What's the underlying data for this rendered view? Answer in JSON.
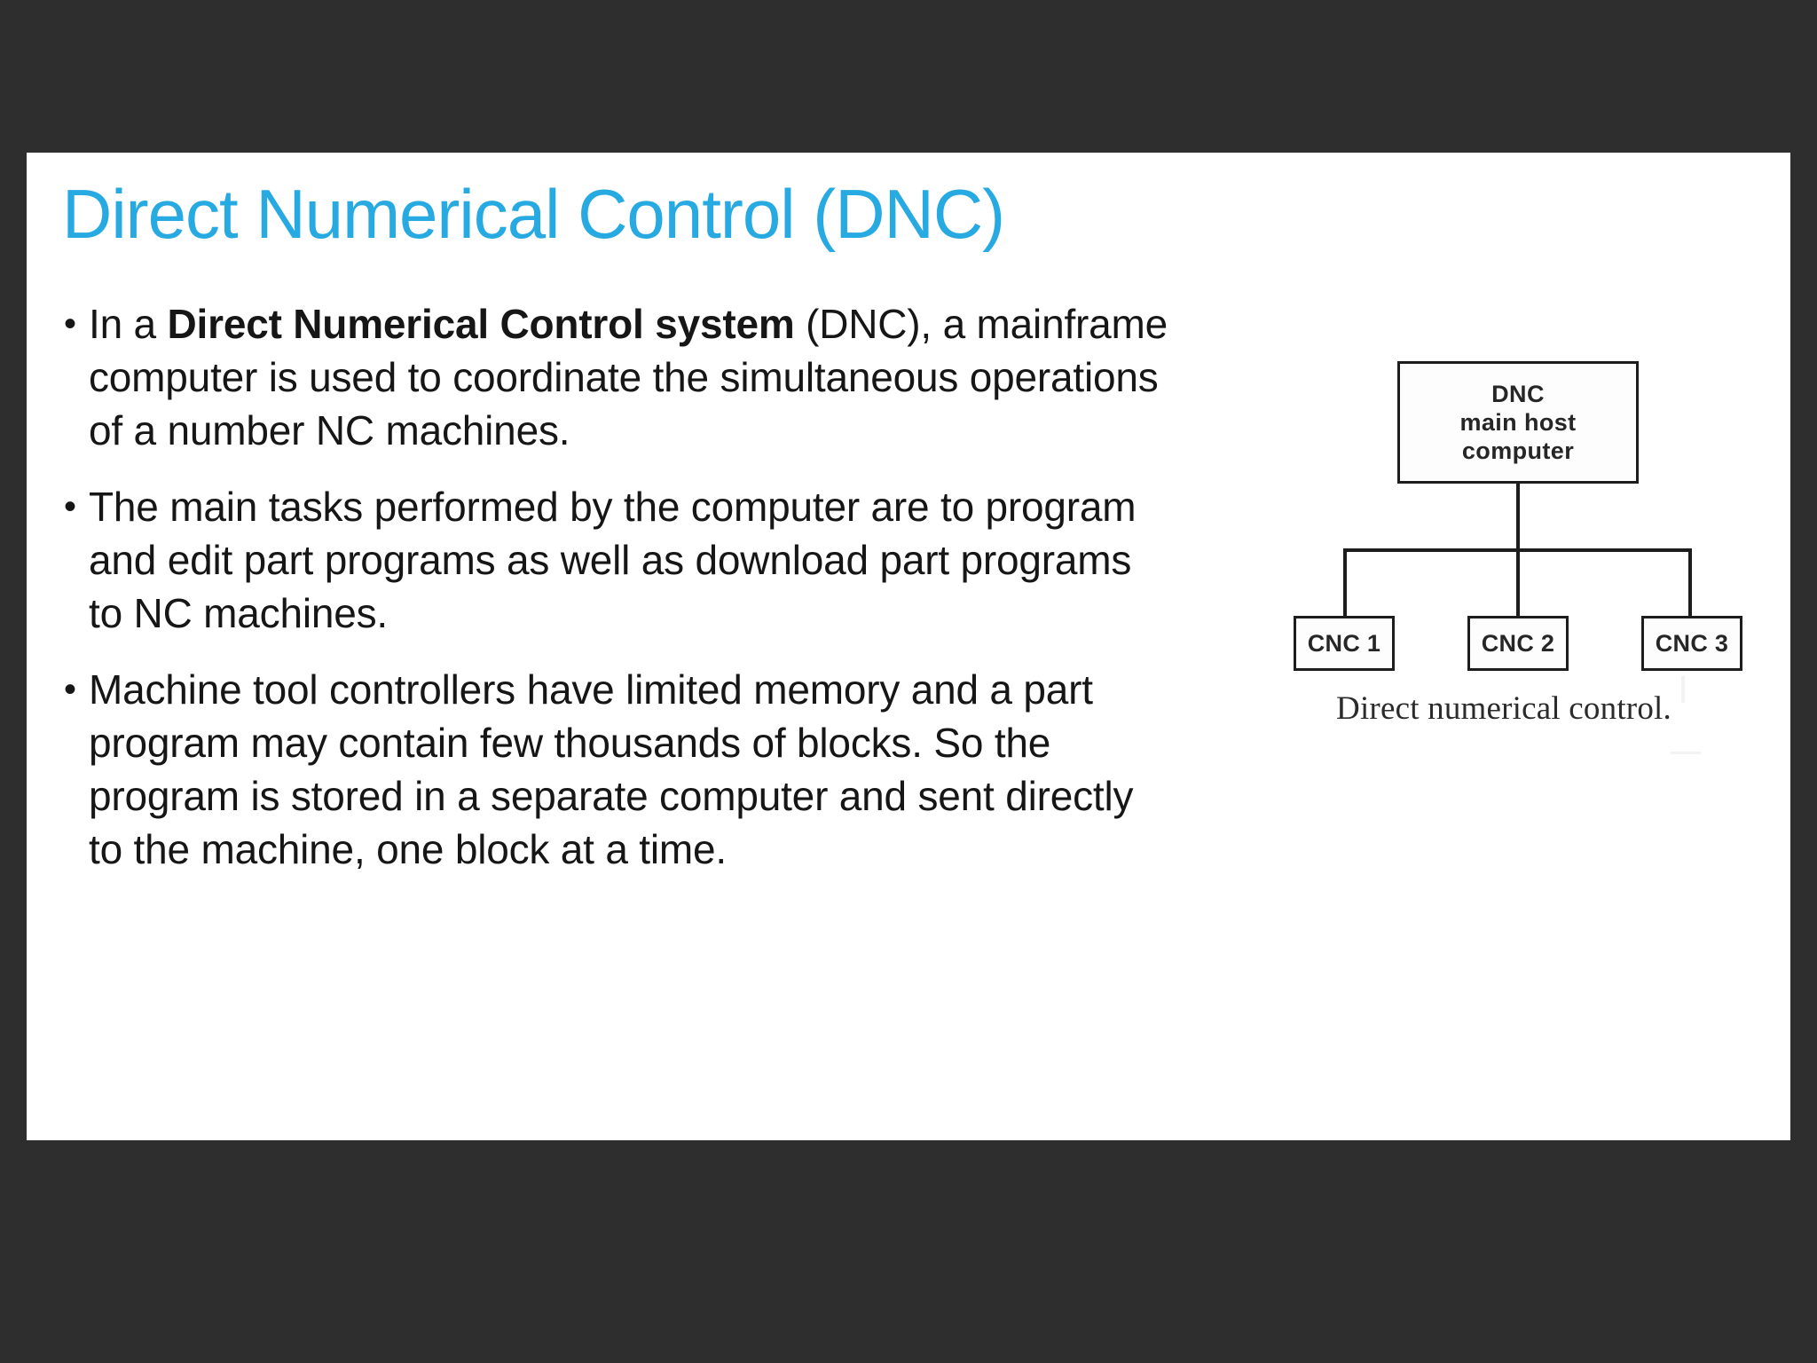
{
  "background_color": "#2e2e2e",
  "slide": {
    "background_color": "#ffffff",
    "title": "Direct Numerical Control (DNC)",
    "title_color": "#27a9e1",
    "bullet_marker": "•",
    "bullets": [
      {
        "lead": "In a ",
        "bold": "Direct Numerical Control system",
        "tail": " (DNC), a mainframe computer is used to coordinate the simultaneous operations of a number NC machines."
      },
      {
        "lead": "The main tasks performed by the computer are to program and edit part programs as well as download part programs to NC machines.",
        "bold": "",
        "tail": ""
      },
      {
        "lead": "Machine tool controllers have limited memory and a part program may contain few thousands of blocks. So the program is stored in a separate computer and sent directly to the machine, one block at a time.",
        "bold": "",
        "tail": ""
      }
    ]
  },
  "diagram": {
    "host": {
      "line1": "DNC",
      "line2": "main host",
      "line3": "computer"
    },
    "nodes": [
      {
        "label": "CNC 1"
      },
      {
        "label": "CNC 2"
      },
      {
        "label": "CNC 3"
      }
    ],
    "caption": "Direct numerical control.",
    "line_color": "#1d1d1d"
  }
}
